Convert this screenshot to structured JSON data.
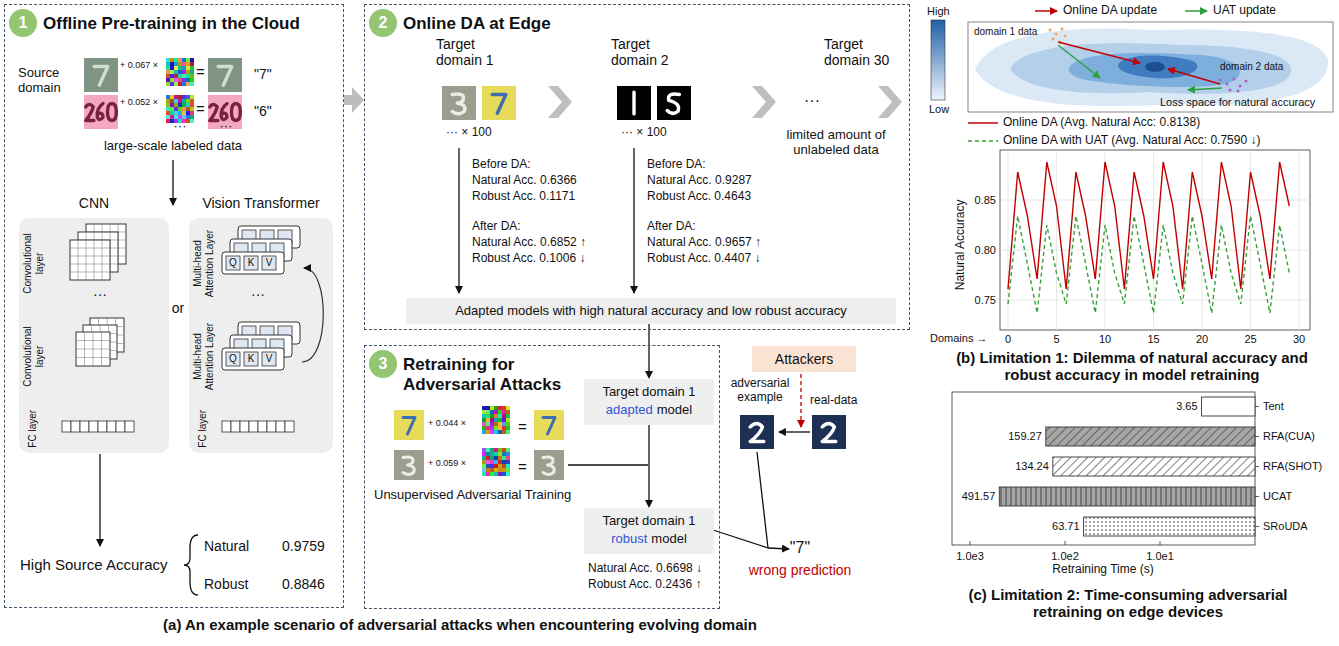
{
  "diagram": {
    "nodes": [
      {
        "text": [
          "Offline Pre-training in the Cloud"
        ]
      },
      {
        "text": [
          "1"
        ],
        "in": 0
      },
      {
        "text": [
          "CNN",
          "Convolutional layer",
          "Convolutional layer",
          "FC layer"
        ],
        "in": 0
      },
      {
        "text": [
          "Vision Transformer",
          "Multi-head Attention Layer",
          "Multi-head Attention Layer",
          "FC layer"
        ],
        "in": 0
      },
      {
        "text": [
          "Online DA at Edge"
        ]
      },
      {
        "text": [
          "2"
        ],
        "in": 4
      },
      {
        "text": [
          "Adapted models with high natural accuracy and low robust accuracy"
        ],
        "in": 4
      },
      {
        "text": [
          "Retraining for Adversarial Attacks"
        ]
      },
      {
        "text": [
          "3"
        ],
        "in": 7
      },
      {
        "text": [
          "Target domain 1",
          "adapted",
          "model"
        ],
        "in": 7
      },
      {
        "text": [
          "Target domain 1",
          "robust",
          "model"
        ],
        "in": 7
      },
      {
        "text": [
          "Attackers"
        ]
      }
    ],
    "edges": [
      {
        "from": 0,
        "to": 4,
        "arrow": "to"
      },
      {
        "from": 6,
        "to": 9,
        "arrow": "to"
      },
      {
        "from": 9,
        "to": 10,
        "arrow": "to"
      }
    ],
    "labels": [
      "Source domain",
      "+ 0.067 ×",
      "=",
      "\"7\"",
      "+ 0.052 ×",
      "=",
      "\"6\"",
      "···",
      "···",
      "large-scale labeled data",
      "or",
      "···",
      "Q",
      "K",
      "V",
      "Q",
      "K",
      "V",
      "···",
      "High Source Accuracy",
      "Natural",
      "0.9759",
      "Robust",
      "0.8846",
      "Target domain 1",
      "Target domain 2",
      "Target domain 30",
      "··· × 100",
      "··· × 100",
      "···",
      "limited amount of unlabeled data",
      "Before DA:",
      "Natural Acc. 0.6366",
      "Robust Acc. 0.1171",
      "After DA:",
      "Natural Acc. 0.6852 ↑",
      "Robust Acc. 0.1006 ↓",
      "Before DA:",
      "Natural Acc. 0.9287",
      "Robust Acc. 0.4643",
      "After DA:",
      "Natural Acc. 0.9657 ↑",
      "Robust Acc. 0.4407 ↓",
      "+ 0.044 ×",
      "=",
      "+ 0.059 ×",
      "=",
      "Unsupervised Adversarial Training",
      "Natural Acc. 0.6698 ↓",
      "Robust Acc. 0.2436 ↑",
      "adversarial example",
      "real-data",
      "\"7\"",
      "wrong prediction",
      "(a) An example scenario of adversarial attacks when encountering evolving domain",
      "High",
      "Low",
      "domain 1 data",
      "domain 2 data",
      "Loss space for natural accuracy",
      "0.85",
      "0.80",
      "0.75",
      "Natural Accuracy",
      "Domains →",
      "0",
      "5",
      "10",
      "15",
      "20",
      "25",
      "30",
      "(b) Limitation 1: Dilemma of natural accuracy and robust accuracy in model retraining",
      "3.65",
      "Tent",
      "159.27",
      "RFA(CUA)",
      "134.24",
      "RFA(SHOT)",
      "491.57",
      "UCAT",
      "63.71",
      "SRoUDA",
      "1.0e3",
      "1.0e2",
      "1.0e1",
      "Retraining Time (s)",
      "(c) Limitation 2: Time-consuming adversarial retraining on edge devices"
    ],
    "legend": [
      {
        "text": "Online DA update"
      },
      {
        "text": "UAT update"
      },
      {
        "text": "Online DA (Avg. Natural Acc: 0.8138)"
      },
      {
        "text": "Online DA with UAT (Avg. Natural Acc: 0.7590 ↓)"
      }
    ]
  }
}
